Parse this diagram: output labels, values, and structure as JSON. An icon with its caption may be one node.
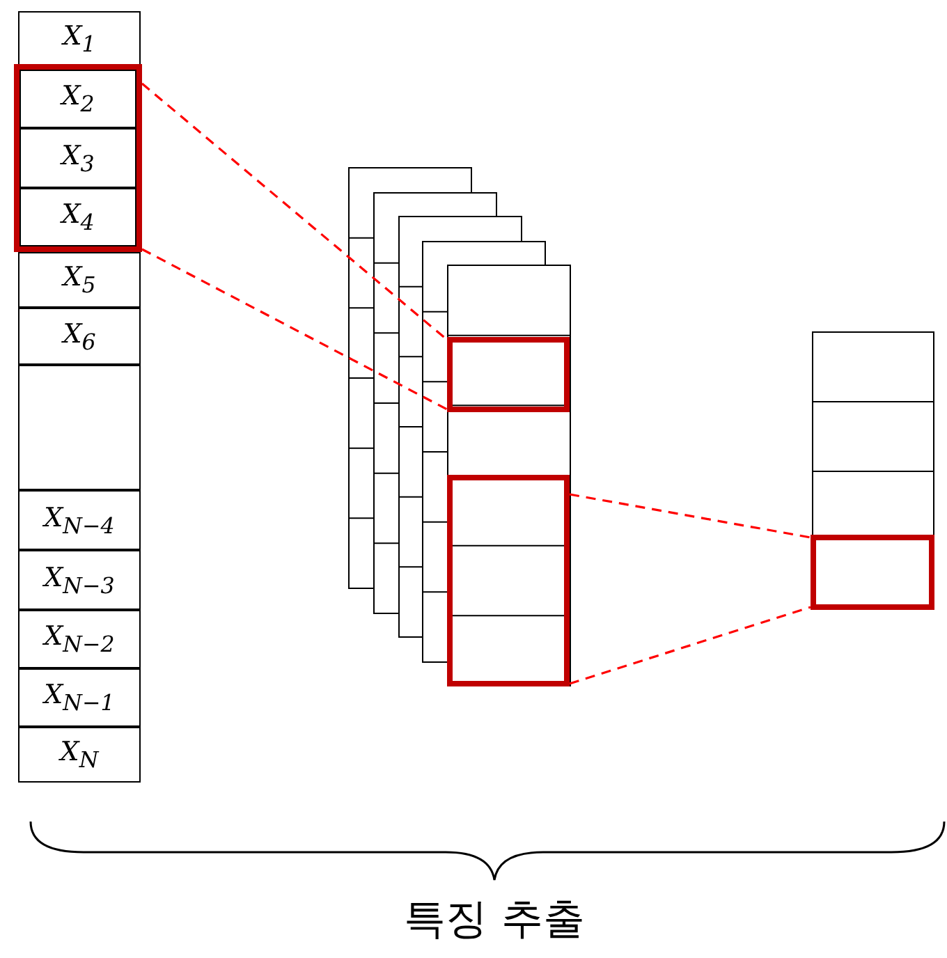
{
  "diagram": {
    "nodes": [
      {
        "text": [
          "X$_{1}$"
        ]
      },
      {
        "text": [],
        "shape": "box"
      },
      {
        "text": [
          "X$_{2}$"
        ],
        "in": 1
      },
      {
        "text": [
          "X$_{3}$"
        ],
        "in": 1
      },
      {
        "text": [
          "X$_{4}$"
        ],
        "in": 1
      },
      {
        "text": [
          "X$_{5}$"
        ]
      },
      {
        "text": [
          "X$_{6}$"
        ]
      },
      {
        "text": [],
        "shape": "box"
      },
      {
        "text": [
          "X$_{N−4}$"
        ]
      },
      {
        "text": [
          "X$_{N−3}$"
        ]
      },
      {
        "text": [
          "X$_{N−2}$"
        ]
      },
      {
        "text": [
          "X$_{N−1}$"
        ]
      },
      {
        "text": [
          "X$_{N}$"
        ]
      },
      {
        "text": [],
        "shape": "box"
      },
      {
        "text": [],
        "shape": "box"
      },
      {
        "text": [],
        "shape": "box"
      }
    ],
    "edges": [
      {
        "from": 1,
        "to": 13,
        "arrow": "none",
        "style": "dashed",
        "color": "#ff0000"
      },
      {
        "from": 1,
        "to": 13,
        "arrow": "none",
        "style": "dashed",
        "color": "#ff0000"
      },
      {
        "from": 14,
        "to": 15,
        "arrow": "none",
        "style": "dashed",
        "color": "#ff0000"
      },
      {
        "from": 14,
        "to": 15,
        "arrow": "none",
        "style": "dashed",
        "color": "#ff0000"
      }
    ],
    "labels": [
      "특징 추출"
    ]
  }
}
